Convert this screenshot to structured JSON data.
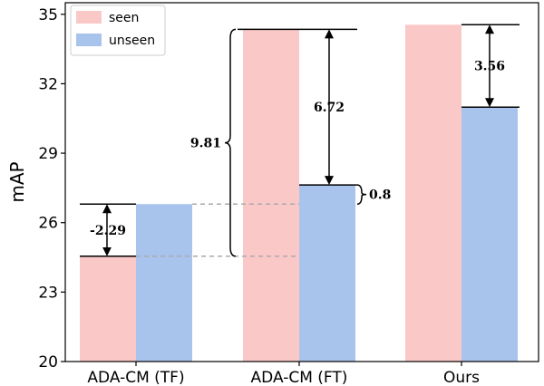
{
  "chart_data": {
    "type": "bar",
    "title": "",
    "xlabel": "",
    "ylabel": "mAP",
    "ylim": [
      20,
      35.5
    ],
    "yticks": [
      "20",
      "23",
      "26",
      "29",
      "32",
      "35"
    ],
    "categories": [
      "ADA-CM (TF)",
      "ADA-CM (FT)",
      "Ours"
    ],
    "series": [
      {
        "name": "seen",
        "values": [
          24.55,
          34.35,
          34.55
        ]
      },
      {
        "name": "unseen",
        "values": [
          26.8,
          27.63,
          30.99
        ]
      }
    ],
    "legend_position": "top-left",
    "grid": false,
    "colors": {
      "seen": "#fbc8c8",
      "unseen": "#a9c4ec",
      "dashed": "#aaaaaa"
    },
    "annotations": [
      {
        "label": "-2.29",
        "kind": "double-arrow",
        "between": "ADA-CM (TF) seen vs unseen"
      },
      {
        "label": "6.72",
        "kind": "double-arrow",
        "between": "ADA-CM (FT) seen vs unseen"
      },
      {
        "label": "9.81",
        "kind": "brace",
        "between": "ADA-CM (FT) seen vs ADA-CM (TF) seen"
      },
      {
        "label": "0.8",
        "kind": "brace",
        "between": "ADA-CM (FT) unseen vs ADA-CM (TF) unseen"
      },
      {
        "label": "3.56",
        "kind": "double-arrow",
        "between": "Ours seen vs unseen"
      }
    ]
  }
}
